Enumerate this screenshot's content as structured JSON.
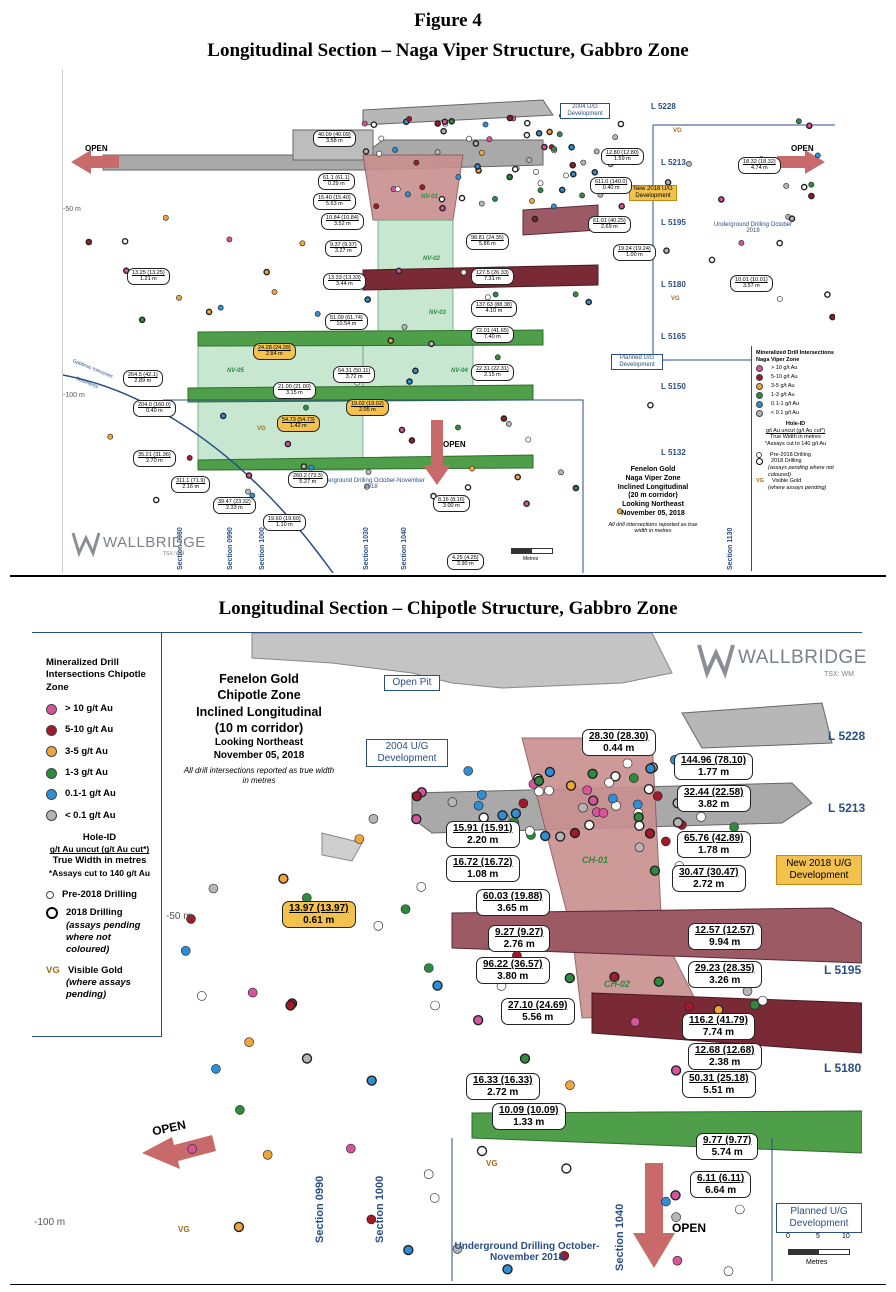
{
  "figure": {
    "title": "Figure 4",
    "top_title": "Longitudinal Section – Naga Viper Structure, Gabbro Zone",
    "bottom_title": "Longitudinal Section – Chipotle Structure, Gabbro Zone"
  },
  "top_panel": {
    "levels": [
      "L 5228",
      "L 5213",
      "L 5195",
      "L 5180",
      "L 5165",
      "L 5150",
      "L 5132"
    ],
    "depths": [
      "-50 m",
      "-100 m"
    ],
    "sections": [
      "Section 0980",
      "Section 0990",
      "Section 1000",
      "Section 1030",
      "Section 1040",
      "Section 1130"
    ],
    "open_labels": [
      "OPEN",
      "OPEN",
      "OPEN"
    ],
    "zones": [
      "NV-01",
      "NV-02",
      "NV-03",
      "NV-04",
      "NV-05"
    ],
    "notes": {
      "dev_2004": "2004 U/G Development",
      "new_2018": "New 2018 U/G Development",
      "underground_drilling_right": "Underground Drilling October 2018",
      "underground_drilling_bottom": "Underground Drilling October-November 2018",
      "planned": "Planned U/G Development",
      "gabbro": "Gabbroic Intrusives",
      "sediments": "Sediments",
      "vg": "VG",
      "metres": "Metres"
    },
    "info_block": [
      "Fenelon Gold",
      "Naga Viper Zone",
      "Inclined Longitudinal",
      "(20 m corridor)",
      "Looking Northeast",
      "November 05, 2018"
    ],
    "info_note": "All drill intersections reported as true width in metres",
    "legend": {
      "title": "Mineralized Drill Intersections Naga Viper Zone",
      "items": [
        "> 10 g/t Au",
        "5-10 g/t Au",
        "3-5 g/t Au",
        "1-3 g/t Au",
        "0.1-1 g/t Au",
        "< 0.1 g/t Au"
      ],
      "holeid": "Hole-ID",
      "uncut": "g/t Au uncut (g/t Au cut*)",
      "width": "True Width in metres",
      "assays": "*Assays cut to 140 g/t Au",
      "pre2018": "Pre-2018 Drilling",
      "d2018": "2018 Drilling",
      "pending": "(assays pending where not coloured)",
      "vg": "Visible Gold",
      "vg_note": "(where assays pending)"
    },
    "logo": "WALLBRIDGE",
    "ticker": "TSX: WM",
    "intersections": [
      {
        "grade": "40.09 (40.09)",
        "width": "3.58 m"
      },
      {
        "grade": "61.1 (61.1)",
        "width": "0.29 m"
      },
      {
        "grade": "15.40 (15.40)",
        "width": "5.63 m"
      },
      {
        "grade": "10.84 (10.84)",
        "width": "3.52 m"
      },
      {
        "grade": "9.37 (9.37)",
        "width": "3.27 m"
      },
      {
        "grade": "13.25 (13.25)",
        "width": "1.21 m"
      },
      {
        "grade": "13.33 (13.33)",
        "width": "3.44 m"
      },
      {
        "grade": "51.09 (61.74)",
        "width": "10.54 m"
      },
      {
        "grade": "24.28 (24.28)",
        "width": "2.84 m"
      },
      {
        "grade": "264.5 (42.1)",
        "width": "2.89 m"
      },
      {
        "grade": "204.0 (160.0)",
        "width": "0.40 m"
      },
      {
        "grade": "21.00 (21.00)",
        "width": "3.15 m"
      },
      {
        "grade": "64.31 (50.11)",
        "width": "3.72 m"
      },
      {
        "grade": "19.02 (19.02)",
        "width": "2.05 m"
      },
      {
        "grade": "54.73 (54.73)",
        "width": "1.42 m"
      },
      {
        "grade": "35.21 (31.36)",
        "width": "2.70 m"
      },
      {
        "grade": "311.1 (71.9)",
        "width": "2.16 m"
      },
      {
        "grade": "260.2 (73.3)",
        "width": "5.27 m"
      },
      {
        "grade": "39.47 (23.32)",
        "width": "2.33 m"
      },
      {
        "grade": "19.60 (19.60)",
        "width": "1.10 m"
      },
      {
        "grade": "12.80 (12.80)",
        "width": "1.59 m"
      },
      {
        "grade": "611.0 (140.0)",
        "width": "0.40 m"
      },
      {
        "grade": "98.81 (24.35)",
        "width": "5.86 m"
      },
      {
        "grade": "61.01 (40.25)",
        "width": "2.69 m"
      },
      {
        "grade": "19.24 (19.24)",
        "width": "1.00 m"
      },
      {
        "grade": "127.5 (26.33)",
        "width": "7.31 m"
      },
      {
        "grade": "137.63 (88.38)",
        "width": "4.10 m"
      },
      {
        "grade": "72.01 (41.65)",
        "width": "7.40 m"
      },
      {
        "grade": "22.31 (22.31)",
        "width": "2.15 m"
      },
      {
        "grade": "8.16 (8.16)",
        "width": "3.00 m"
      },
      {
        "grade": "4.25 (4.25)",
        "width": "3.90 m"
      },
      {
        "grade": "18.32 (18.32)",
        "width": "4.74 m"
      },
      {
        "grade": "10.01 (10.01)",
        "width": "3.57 m"
      }
    ]
  },
  "bottom_panel": {
    "levels": [
      "L 5228",
      "L 5213",
      "L 5195",
      "L 5180"
    ],
    "depths": [
      "-50 m",
      "-100 m"
    ],
    "sections": [
      "Section 0990",
      "Section 1000",
      "Section 1040"
    ],
    "open_labels": [
      "OPEN",
      "OPEN"
    ],
    "zones": [
      "CH-01",
      "CH-02"
    ],
    "notes": {
      "open_pit": "Open Pit",
      "dev_2004": "2004 U/G Development",
      "new_2018": "New 2018 U/G Development",
      "planned": "Planned U/G Development",
      "underground_drilling": "Underground Drilling October-November 2018",
      "vg": "VG",
      "metres": "Metres",
      "scale_0": "0",
      "scale_5": "5",
      "scale_10": "10"
    },
    "info_block": [
      "Fenelon Gold",
      "Chipotle Zone",
      "Inclined Longitudinal",
      "(10 m corridor)",
      "Looking Northeast",
      "November 05, 2018"
    ],
    "info_note": "All drill intersections reported as true width in metres",
    "legend": {
      "title": "Mineralized Drill Intersections Chipotle Zone",
      "items": [
        "> 10 g/t Au",
        "5-10 g/t Au",
        "3-5 g/t Au",
        "1-3 g/t Au",
        "0.1-1 g/t Au",
        "< 0.1 g/t Au"
      ],
      "holeid": "Hole-ID",
      "uncut": "g/t Au uncut (g/t Au cut*)",
      "width": "True Width in metres",
      "assays": "*Assays cut to 140 g/t Au",
      "pre2018": "Pre-2018 Drilling",
      "d2018": "2018 Drilling",
      "pending": "(assays pending where not coloured)",
      "vg": "Visible Gold",
      "vg_note": "(where assays pending)"
    },
    "logo": "WALLBRIDGE",
    "ticker": "TSX: WM",
    "intersections": [
      {
        "grade": "28.30 (28.30)",
        "width": "0.44 m"
      },
      {
        "grade": "144.96 (78.10)",
        "width": "1.77 m"
      },
      {
        "grade": "32.44 (22.58)",
        "width": "3.82 m"
      },
      {
        "grade": "15.91 (15.91)",
        "width": "2.20 m"
      },
      {
        "grade": "65.76 (42.89)",
        "width": "1.78 m"
      },
      {
        "grade": "16.72 (16.72)",
        "width": "1.08 m"
      },
      {
        "grade": "30.47 (30.47)",
        "width": "2.72 m"
      },
      {
        "grade": "60.03 (19.88)",
        "width": "3.65 m"
      },
      {
        "grade": "13.97 (13.97)",
        "width": "0.61 m"
      },
      {
        "grade": "9.27 (9.27)",
        "width": "2.76 m"
      },
      {
        "grade": "12.57 (12.57)",
        "width": "9.94 m"
      },
      {
        "grade": "96.22 (36.57)",
        "width": "3.80 m"
      },
      {
        "grade": "29.23 (28.35)",
        "width": "3.26 m"
      },
      {
        "grade": "27.10 (24.69)",
        "width": "5.56 m"
      },
      {
        "grade": "116.2 (41.79)",
        "width": "7.74 m"
      },
      {
        "grade": "12.68 (12.68)",
        "width": "2.38 m"
      },
      {
        "grade": "16.33 (16.33)",
        "width": "2.72 m"
      },
      {
        "grade": "50.31 (25.18)",
        "width": "5.51 m"
      },
      {
        "grade": "10.09 (10.09)",
        "width": "1.33 m"
      },
      {
        "grade": "9.77 (9.77)",
        "width": "5.74 m"
      },
      {
        "grade": "6.11 (6.11)",
        "width": "6.64 m"
      }
    ]
  },
  "colors": {
    "gt10": "#d6549a",
    "g5_10": "#a3192a",
    "g3_5": "#f0a53a",
    "g1_3": "#2e8b3e",
    "g01_1": "#2f8fd6",
    "lt01": "#b5b5b5",
    "zone_pink": "#c9908f",
    "zone_green": "#bfe3c8",
    "drift_grey": "#9c9c9c",
    "drift_green": "#4f9e4a",
    "drift_red": "#7a2a35",
    "blue_text": "#2a4f86"
  }
}
